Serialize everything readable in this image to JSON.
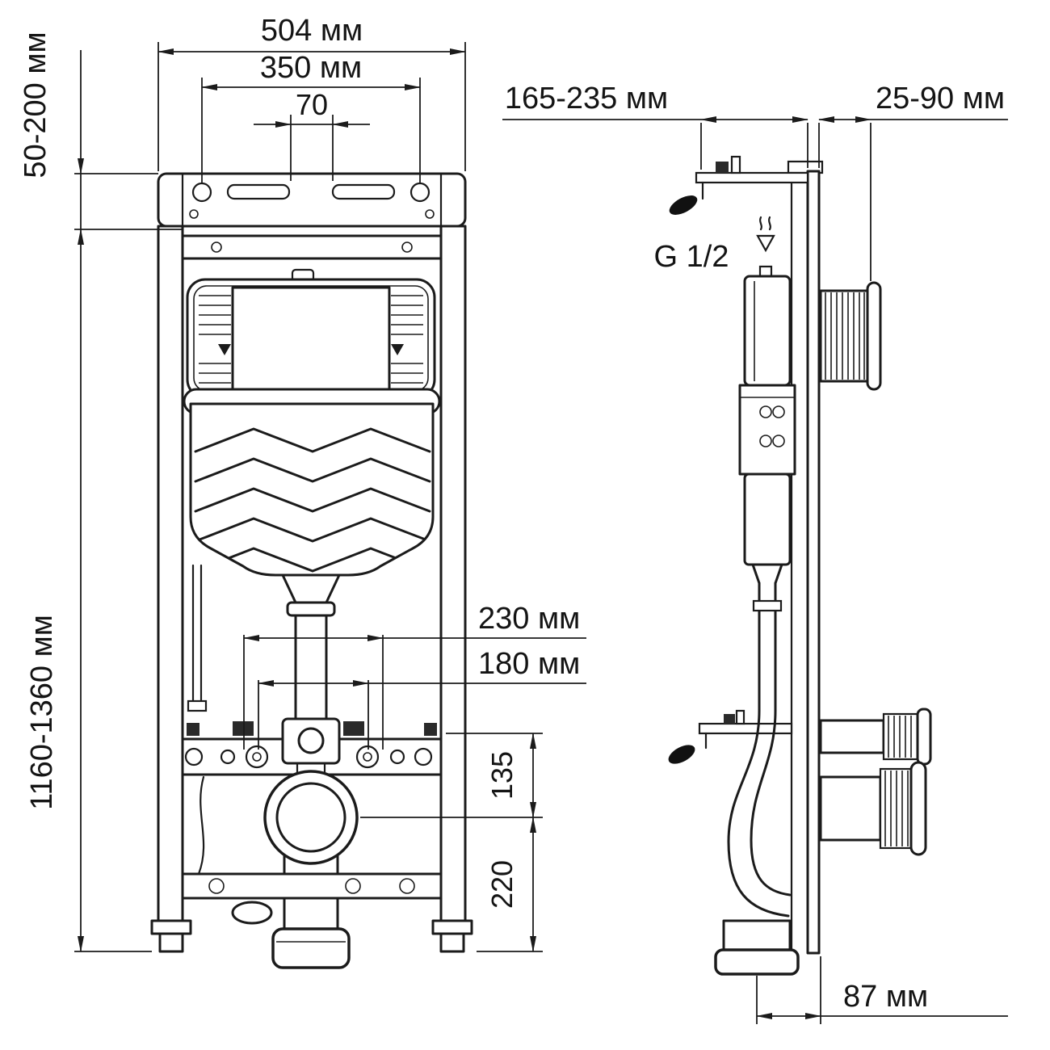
{
  "colors": {
    "line": "#1b1b1b",
    "background": "#ffffff"
  },
  "dimensions": {
    "front_view": {
      "frame_width": "504 мм",
      "hanger_spacing": "350 мм",
      "hanger_slot_gap": "70",
      "upper_adjustment": "50-200 мм",
      "frame_height": "1160-1360 мм",
      "fixing_span_outer": "230 мм",
      "fixing_span_inner": "180 мм",
      "drain_drop": "135",
      "drain_height": "220"
    },
    "side_view": {
      "depth_adjustment": "165-235 мм",
      "plate_depth": "25-90 мм",
      "water_connection_thread": "G 1/2",
      "outlet_wall_offset": "87 мм"
    }
  }
}
